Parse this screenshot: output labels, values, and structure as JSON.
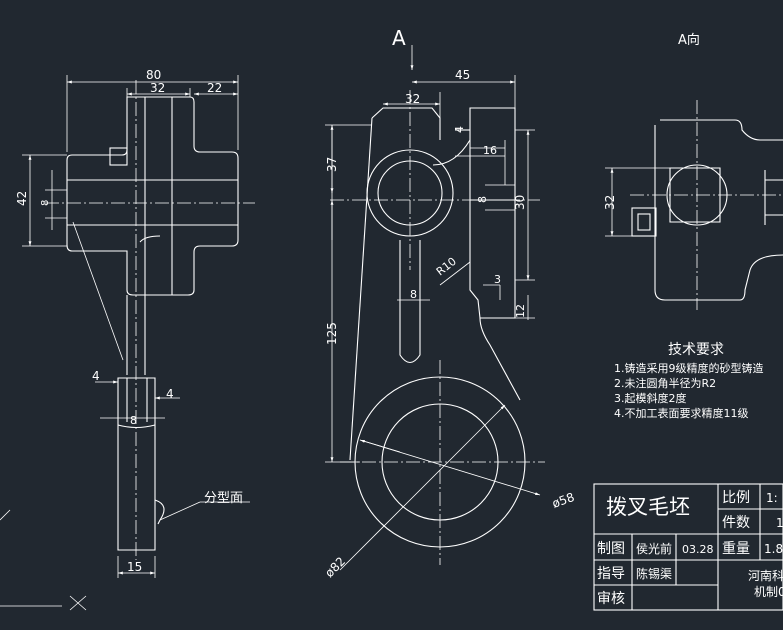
{
  "view_label_a": "A",
  "view_label_a_dir": "A向",
  "dims": {
    "d80": "80",
    "d32_top": "32",
    "d22": "22",
    "d42": "42",
    "d8_left": "8",
    "d4_left": "4",
    "d4_right": "4",
    "d8_lug": "8",
    "d15": "15",
    "d45": "45",
    "d32_front": "32",
    "d4_front": "4",
    "d37": "37",
    "d16": "16",
    "d8_front": "8",
    "d30": "30",
    "dR10": "R10",
    "d3": "3",
    "d8_rib": "8",
    "d12": "12",
    "d125": "125",
    "d58": "ø58",
    "d82": "ø82",
    "d32_aview": "32"
  },
  "parting_label": "分型面",
  "tech_req": {
    "title": "技术要求",
    "items": [
      "1.铸造采用9级精度的砂型铸造",
      "2.未注圆角半径为R2",
      "3.起模斜度2度",
      "4.不加工表面要求精度11级"
    ]
  },
  "title_block": {
    "part_name": "拨叉毛坯",
    "scale_label": "比例",
    "scale_value": "1:",
    "count_label": "件数",
    "count_value": "1",
    "weight_label": "重量",
    "weight_value": "1.8",
    "drawn_label": "制图",
    "drawn_name": "侯光前",
    "drawn_date": "03.28",
    "guide_label": "指导",
    "guide_name": "陈锡渠",
    "review_label": "审核",
    "school_line1": "河南科",
    "school_line2": "机制0"
  },
  "colors": {
    "background": "#212830",
    "line": "#ffffff",
    "dim": "#ffffff",
    "center": "#ffffff"
  }
}
